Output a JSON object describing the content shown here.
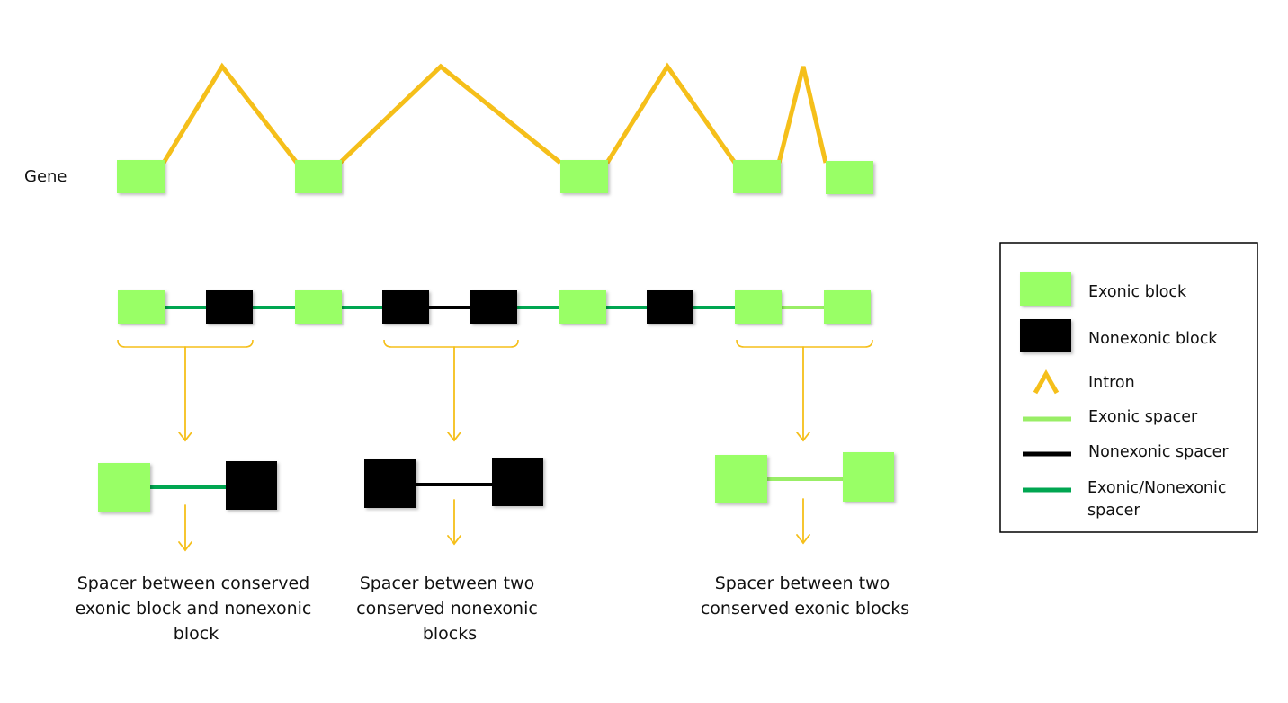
{
  "gene_label": "Gene",
  "legend": {
    "exonic_block": "Exonic block",
    "nonexonic_block": "Nonexonic block",
    "intron": "Intron",
    "exonic_spacer": "Exonic spacer",
    "nonexonic_spacer": "Nonexonic spacer",
    "exonic_nonexonic_spacer_line1": "Exonic/Nonexonic",
    "exonic_nonexonic_spacer_line2": "spacer"
  },
  "captions": {
    "case1": [
      "Spacer between conserved",
      "exonic block and nonexonic",
      "block"
    ],
    "case2": [
      "Spacer between two",
      "conserved nonexonic",
      "blocks"
    ],
    "case3": [
      "Spacer between two",
      "conserved exonic blocks"
    ]
  },
  "colors": {
    "exonic_block": "#99ff66",
    "nonexonic_block": "#000000",
    "intron": "#f5bf1a",
    "exonic_spacer": "#99ee66",
    "nonexonic_spacer": "#000000",
    "exonic_nonexonic_spacer": "#00a651",
    "arrow": "#f5bf1a"
  }
}
